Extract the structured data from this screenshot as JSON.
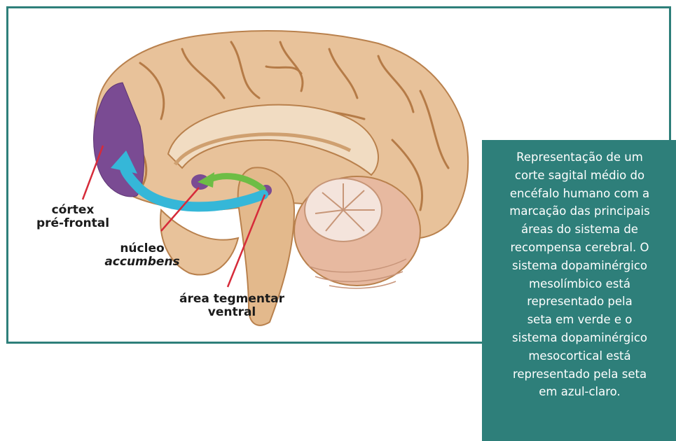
{
  "labels": {
    "cortex_line1": "córtex",
    "cortex_line2": "pré-frontal",
    "nucleo_line1": "núcleo",
    "nucleo_line2": "accumbens",
    "area_line1": "área tegmentar",
    "area_line2": "ventral"
  },
  "caption": {
    "lines": [
      "Representação de um",
      "corte sagital médio do",
      "encéfalo humano com a",
      "marcação das principais",
      "áreas do sistema de",
      "recompensa cerebral. O",
      "sistema dopaminérgico",
      "mesolímbico está",
      "representado pela",
      "seta em verde e o",
      "sistema dopaminérgico",
      "mesocortical está",
      "representado pela seta",
      "em azul-claro."
    ]
  },
  "colors": {
    "frame": "#2e7f7a",
    "caption_bg": "#2e7f7a",
    "brain": "#e8c29a",
    "brain_shadow": "#c9935e",
    "prefrontal": "#7a4b93",
    "green_arrow": "#6dbd45",
    "blue_arrow": "#35b7d8",
    "pointer_lines": "#d62b3a"
  }
}
